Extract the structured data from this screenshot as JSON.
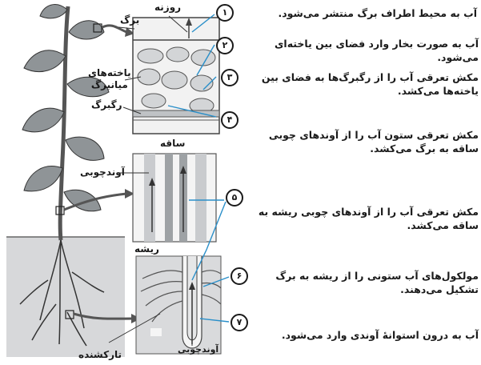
{
  "labels": {
    "stomata": "روزنه",
    "leaf": "برگ",
    "mesophyll_cells": "یاخته‌های\nمیانبرگ",
    "leaf_vein": "رگبرگ",
    "stem": "ساقه",
    "xylem": "آوندچوبی",
    "root": "ریشه",
    "root_xylem": "آوندچوبی",
    "root_hair": "تارکشنده"
  },
  "steps": [
    {
      "number": "۱",
      "text": "آب به محیط اطراف برگ منتشر می‌شود."
    },
    {
      "number": "۲",
      "text": "آب به صورت بخار وارد فضای بین یاخته‌ای می‌شود."
    },
    {
      "number": "۳",
      "text": "مکش تعرقی آب را از رگبرگ‌ها به فضای بین یاخته‌ها می‌کشد."
    },
    {
      "number": "۴",
      "text": "مکش تعرقی ستون آب را از آوندهای چوبی ساقه به برگ می‌کشد."
    },
    {
      "number": "۵",
      "text": "مکش تعرقی آب را از آوندهای چوبی ریشه به ساقه می‌کشد."
    },
    {
      "number": "۶",
      "text": "مولکول‌های آب ستونی را از ریشه به برگ تشکیل می‌دهند."
    },
    {
      "number": "۷",
      "text": "آب به درون استوانهٔ آوندی وارد می‌شود."
    }
  ]
}
